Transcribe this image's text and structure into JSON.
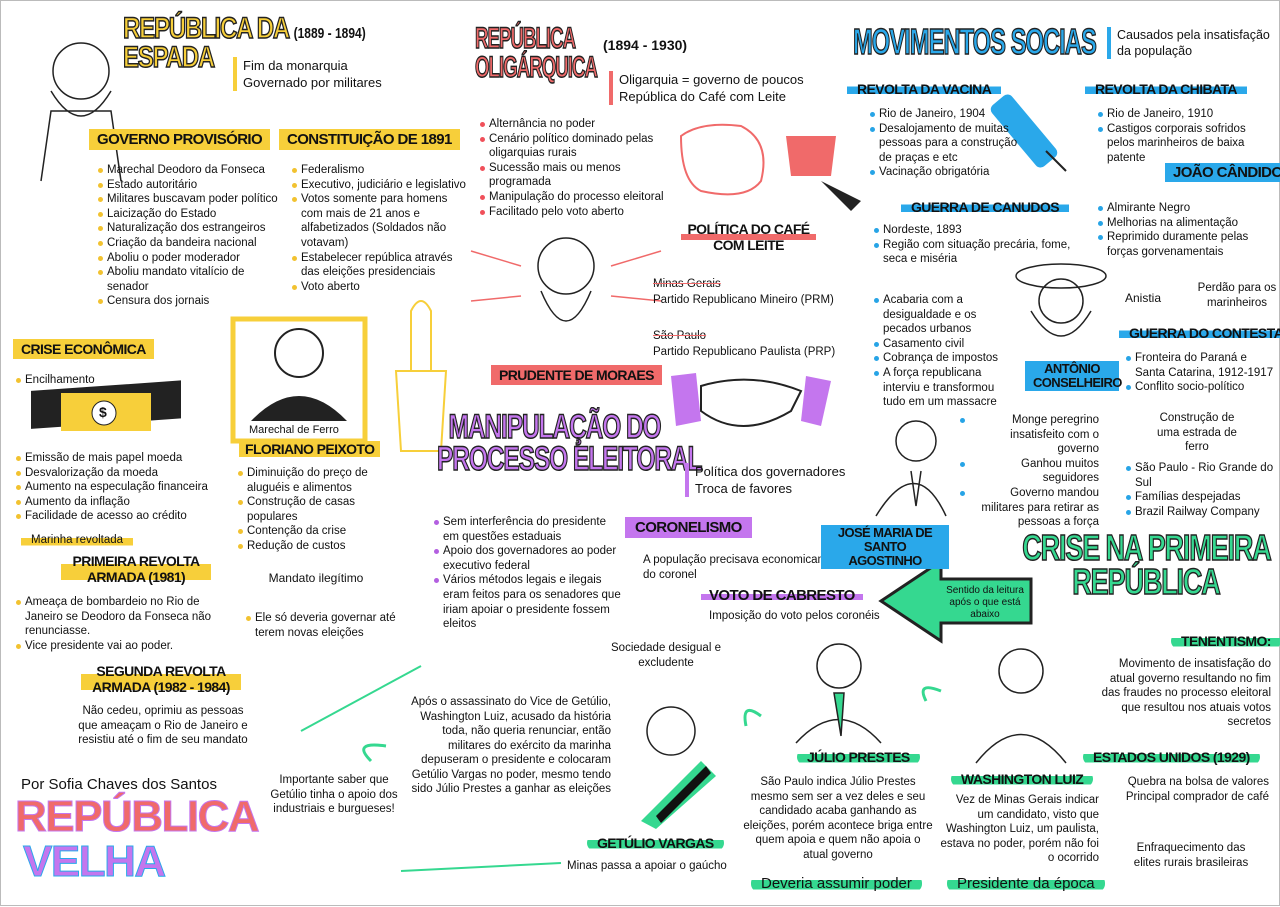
{
  "colors": {
    "yellow": "#f7cf3a",
    "red": "#f06a6a",
    "purple": "#c476ee",
    "blue": "#2aa8ea",
    "green": "#35d890"
  },
  "espada": {
    "title_line1": "REPÚBLICA DA",
    "title_line2": "ESPADA",
    "dates": "(1889 - 1894)",
    "notes": [
      "Fim da monarquia",
      "Governado por militares"
    ]
  },
  "governo_provisorio": {
    "title": "GOVERNO PROVISÓRIO",
    "items": [
      "Marechal Deodoro da Fonseca",
      "Estado autoritário",
      "Militares buscavam poder político",
      "Laicização do Estado",
      "Naturalização dos estrangeiros",
      "Criação da bandeira nacional",
      "Aboliu o poder moderador",
      "Aboliu mandato vitalício de senador",
      "Censura dos jornais"
    ]
  },
  "constituicao": {
    "title": "CONSTITUIÇÃO DE 1891",
    "items": [
      "Federalismo",
      "Executivo, judiciário e legislativo",
      "Votos somente para homens com mais de 21 anos e alfabetizados (Soldados não votavam)",
      "Estabelecer república através das eleições presidenciais",
      "Voto aberto"
    ]
  },
  "crise_economica": {
    "title": "CRISE ECONÔMICA",
    "items": [
      "Encilhamento"
    ],
    "items2": [
      "Emissão de mais papel moeda",
      "Desvalorização da moeda",
      "Aumento na especulação financeira",
      "Aumento da inflação",
      "Facilidade de acesso ao crédito"
    ],
    "note": "Marinha revoltada",
    "money_symbol": "$"
  },
  "floriano": {
    "caption": "Marechal de Ferro",
    "name": "FLORIANO PEIXOTO",
    "items": [
      "Diminuição do preço de aluguéis e alimentos",
      "Construção de casas populares",
      "Contenção da crise",
      "Redução de custos"
    ],
    "burst": "Mandato ilegítimo",
    "items2": [
      "Ele só deveria governar até terem novas eleições"
    ]
  },
  "primeira_revolta": {
    "title": "PRIMEIRA REVOLTA ARMADA (1981)",
    "items": [
      "Ameaça de bombardeio no Rio de Janeiro se Deodoro da Fonseca não renunciasse.",
      "Vice presidente vai ao poder."
    ]
  },
  "segunda_revolta": {
    "title": "SEGUNDA REVOLTA ARMADA (1982 - 1984)",
    "text": "Não cedeu, oprimiu as pessoas que ameaçam o Rio de Janeiro e resistiu até o fim de seu mandato"
  },
  "credits": {
    "author": "Por Sofia Chaves dos Santos",
    "title1": "REPÚBLICA",
    "title2": "VELHA"
  },
  "oligarquica": {
    "title1": "REPÚBLICA",
    "title2": "OLIGÁRQUICA",
    "dates": "(1894 - 1930)",
    "notes": [
      "Oligarquia = governo de poucos",
      "República do Café com Leite"
    ],
    "items": [
      "Alternância no poder",
      "Cenário político dominado pelas oligarquias rurais",
      "Sucessão mais ou menos programada",
      "Manipulação do processo eleitoral",
      "Facilitado pelo voto aberto"
    ]
  },
  "cafe_com_leite": {
    "title": "POLÍTICA DO CAFÉ COM LEITE",
    "minas": "Minas Gerais",
    "prm": "Partido Republicano Mineiro (PRM)",
    "sp": "São Paulo",
    "prp": "Partido Republicano Paulista (PRP)"
  },
  "prudente": {
    "name": "PRUDENTE DE MORAES"
  },
  "manipulacao": {
    "title1": "MANIPULAÇÃO DO",
    "title2": "PROCESSO ELEITORAL",
    "notes": [
      "Política dos governadores",
      "Troca de favores"
    ],
    "items": [
      "Sem interferência do presidente em questões estaduais",
      "Apoio dos governadores ao poder executivo federal",
      "Vários métodos legais e ilegais eram feitos para os senadores que iriam apoiar o presidente fossem eleitos"
    ]
  },
  "coronelismo": {
    "title": "CORONELISMO",
    "text": "A população precisava economicamente do coronel",
    "voto_title": "VOTO DE CABRESTO",
    "voto_text": "Imposição do voto pelos coronéis",
    "burst": "Sociedade desigual e excludente"
  },
  "movimentos": {
    "title": "MOVIMENTOS SOCIAS",
    "subtitle": "Causados pela insatisfação da população"
  },
  "vacina": {
    "title": "REVOLTA DA VACINA",
    "items": [
      "Rio de Janeiro, 1904",
      "Desalojamento de muitas pessoas para a construção de praças e etc",
      "Vacinação obrigatória"
    ]
  },
  "chibata": {
    "title": "REVOLTA DA CHIBATA",
    "items": [
      "Rio de Janeiro, 1910",
      "Castigos corporais sofridos pelos marinheiros de baixa patente"
    ]
  },
  "joao_candido": {
    "title": "JOÃO CÂNDIDO",
    "items": [
      "Almirante Negro",
      "Melhorias na alimentação",
      "Reprimido duramente pelas forças gorvenamentais"
    ],
    "burst": "Anistia",
    "result": "Perdão para os marinheiros"
  },
  "canudos": {
    "title": "GUERRA DE CANUDOS",
    "items": [
      "Nordeste, 1893",
      "Região com situação precária, fome, seca e miséria"
    ],
    "items2": [
      "Acabaria com a desigualdade e os pecados urbanos",
      "Casamento civil",
      "Cobrança de impostos",
      "A força republicana interviu e transformou tudo em um massacre"
    ],
    "leader": "ANTÔNIO CONSELHEIRO"
  },
  "contestado": {
    "title": "GUERRA DO CONTESTADO",
    "items": [
      "Fronteira do Paraná e Santa Catarina, 1912-1917",
      "Conflito socio-político"
    ],
    "burst": "Construção de uma estrada de ferro",
    "items2": [
      "São Paulo - Rio Grande do Sul",
      "Famílias despejadas",
      "Brazil Railway Company"
    ]
  },
  "jose_maria": {
    "name": "JOSÉ MARIA DE SANTO AGOSTINHO",
    "items": [
      "Monge peregrino insatisfeito com o governo",
      "Ganhou muitos seguidores",
      "Governo mandou militares para retirar as pessoas a força"
    ]
  },
  "crise": {
    "title1": "CRISE NA PRIMEIRA",
    "title2": "REPÚBLICA",
    "arrow": "Sentido da leitura após o que está abaixo"
  },
  "tenentismo": {
    "title": "TENENTISMO:",
    "text": "Movimento de insatisfação do atual governo resultando no fim das fraudes no processo eleitoral que resultou nos atuais votos secretos"
  },
  "eua": {
    "title": "ESTADOS UNIDOS (1929)",
    "items": [
      "Quebra na bolsa de valores",
      "Principal comprador de café"
    ],
    "burst": "Enfraquecimento das elites rurais brasileiras"
  },
  "washington": {
    "name": "WASHINGTON LUIZ",
    "text": "Vez de Minas Gerais indicar um candidato, visto que Washington Luiz, um paulista, estava no poder, porém não foi o ocorrido",
    "tag": "Presidente da época"
  },
  "julio": {
    "name": "JÚLIO PRESTES",
    "text": "São Paulo indica Júlio Prestes mesmo sem ser a vez deles e seu candidado acaba ganhando as eleições, porém acontece briga entre quem apoia e quem não apoia o atual governo",
    "tag": "Deveria assumir poder"
  },
  "getulio": {
    "name": "GETÚLIO VARGAS",
    "text": "Minas passa a apoiar o gaúcho"
  },
  "apos": {
    "text": "Após o assassinato do Vice de Getúlio, Washington Luiz, acusado da história toda, não queria renunciar, então militares do exército da marinha depuseram o presidente e colocaram Getúlio Vargas no poder, mesmo tendo sido Júlio Prestes a ganhar as eleições"
  },
  "importante": {
    "text": "Importante saber que Getúlio tinha o apoio dos industriais e burgueses!"
  }
}
